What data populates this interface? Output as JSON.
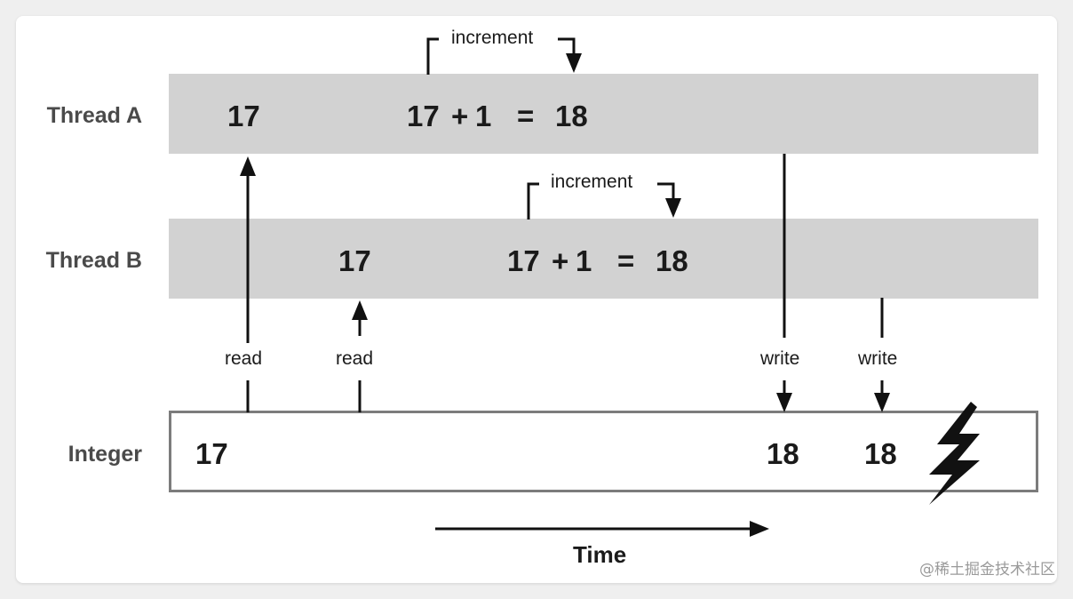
{
  "rows": {
    "thread_a": "Thread A",
    "thread_b": "Thread B",
    "integer": "Integer"
  },
  "thread_a": {
    "read_value": "17",
    "expr_left": "17",
    "expr_plus": "+",
    "expr_one": "1",
    "expr_eq": "=",
    "expr_result": "18",
    "increment_label": "increment"
  },
  "thread_b": {
    "read_value": "17",
    "expr_left": "17",
    "expr_plus": "+",
    "expr_one": "1",
    "expr_eq": "=",
    "expr_result": "18",
    "increment_label": "increment"
  },
  "integer": {
    "initial": "17",
    "write_a": "18",
    "write_b": "18"
  },
  "ops": {
    "read_a": "read",
    "read_b": "read",
    "write_a": "write",
    "write_b": "write"
  },
  "time_label": "Time",
  "watermark": "@稀土掘金技术社区",
  "colors": {
    "thread_band": "#d2d2d2",
    "box_border": "#7c7c7c",
    "text": "#1a1a1a",
    "label": "#4a4a4a"
  },
  "icons": [
    "lightning-bolt-icon",
    "arrow-up-icon",
    "arrow-down-icon",
    "arrow-right-icon"
  ]
}
